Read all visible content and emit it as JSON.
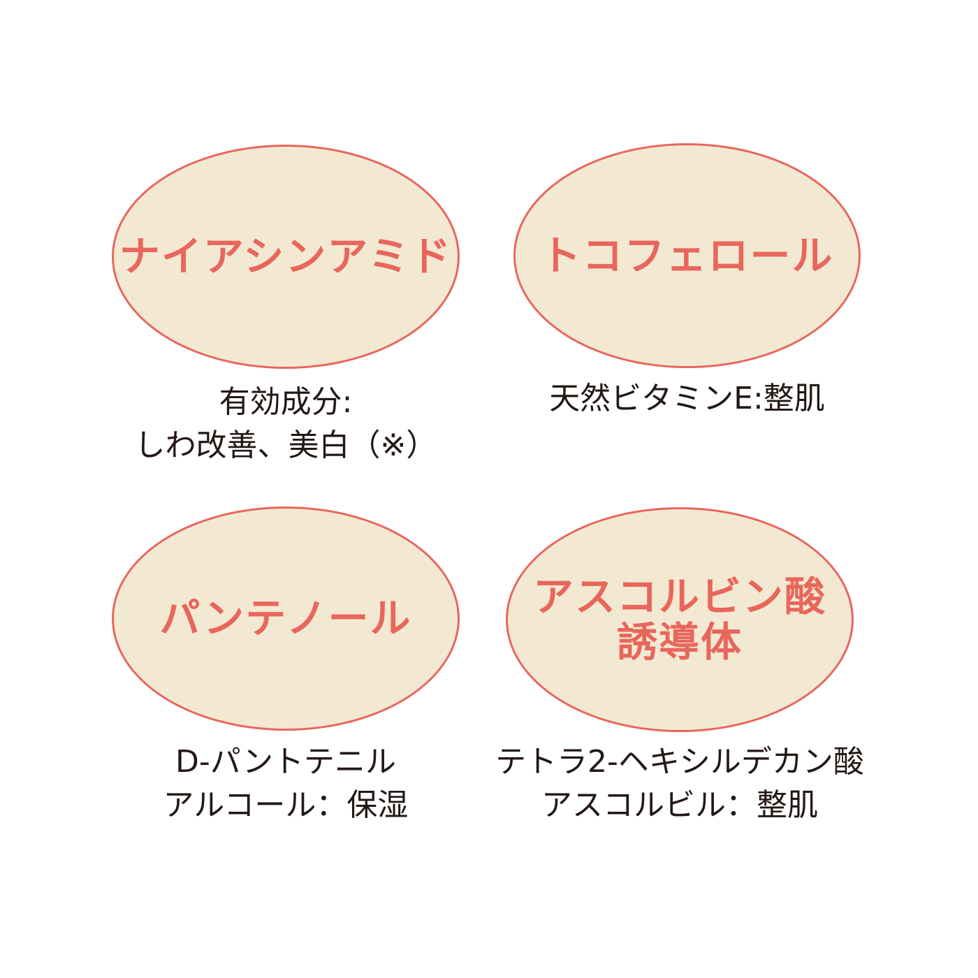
{
  "colors": {
    "background": "#ffffff",
    "oval_fill": "#F3E9D2",
    "oval_stroke": "#E8665C",
    "title_text": "#E8665C",
    "description_text": "#231815"
  },
  "ingredients": [
    {
      "title_lines": [
        "ナイアシンアミド"
      ],
      "description_lines": [
        "有効成分:",
        "しわ改善、美白（※）"
      ]
    },
    {
      "title_lines": [
        "トコフェロール"
      ],
      "description_lines": [
        "天然ビタミンE:整肌"
      ]
    },
    {
      "title_lines": [
        "パンテノール"
      ],
      "description_lines": [
        "D-パントテニル",
        "アルコール：保湿"
      ]
    },
    {
      "title_lines": [
        "アスコルビン酸",
        "誘導体"
      ],
      "description_lines": [
        "テトラ2-ヘキシルデカン酸",
        "アスコルビル：整肌"
      ]
    }
  ]
}
